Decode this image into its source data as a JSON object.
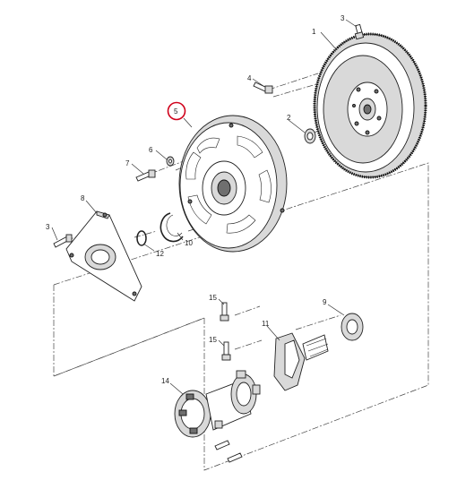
{
  "callouts": {
    "c1": "1",
    "c2": "2",
    "c3a": "3",
    "c3b": "3",
    "c4": "4",
    "c5": "5",
    "c6": "6",
    "c7": "7",
    "c8": "8",
    "c9": "9",
    "c10": "10",
    "c11": "11",
    "c12": "12",
    "c14": "14",
    "c15a": "15",
    "c15b": "15"
  },
  "colors": {
    "highlight": "#d0021b",
    "line": "#222222"
  }
}
